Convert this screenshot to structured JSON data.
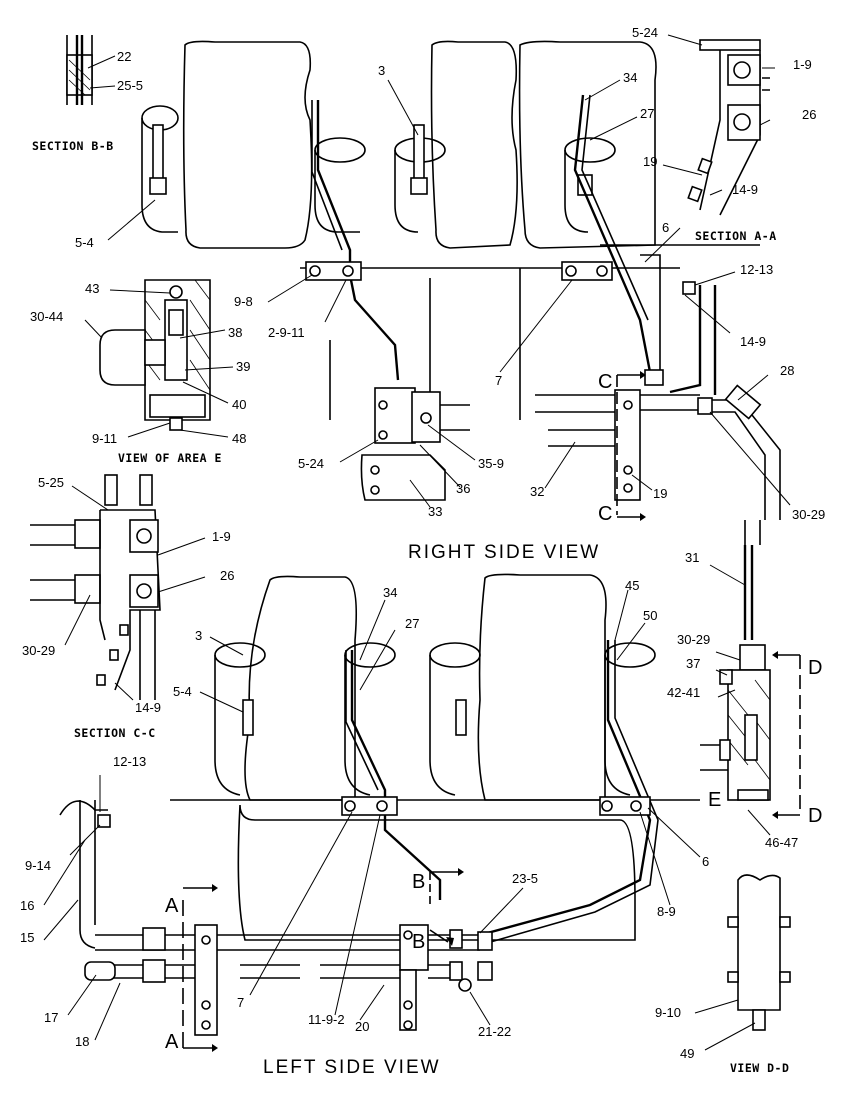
{
  "views": {
    "right_side": "RIGHT SIDE VIEW",
    "left_side": "LEFT SIDE VIEW",
    "section_bb": "SECTION B-B",
    "section_aa": "SECTION A-A",
    "section_cc": "SECTION C-C",
    "view_area_e": "VIEW OF AREA E",
    "view_dd": "VIEW D-D"
  },
  "section_letters": {
    "a_top": "A",
    "a_bottom": "A",
    "b_top": "B",
    "b_bottom": "B",
    "c_top": "C",
    "c_bottom": "C",
    "d_top": "D",
    "d_bottom": "D",
    "e": "E"
  },
  "callouts": [
    "22",
    "25-5",
    "5-4",
    "3",
    "34",
    "27",
    "5-24",
    "1-9",
    "26",
    "19",
    "14-9",
    "6",
    "12-13",
    "14-9",
    "28",
    "9-8",
    "2-9-11",
    "43",
    "30-44",
    "38",
    "39",
    "40",
    "9-11",
    "48",
    "7",
    "5-24",
    "35-9",
    "36",
    "33",
    "32",
    "19",
    "30-29",
    "5-25",
    "1-9",
    "26",
    "30-29",
    "14-9",
    "31",
    "3",
    "34",
    "27",
    "45",
    "50",
    "5-4",
    "30-29",
    "37",
    "42-41",
    "46-47",
    "12-13",
    "9-14",
    "16",
    "15",
    "17",
    "18",
    "7",
    "11-9-2",
    "20",
    "23-5",
    "8-9",
    "6",
    "21-22",
    "9-10",
    "49"
  ]
}
